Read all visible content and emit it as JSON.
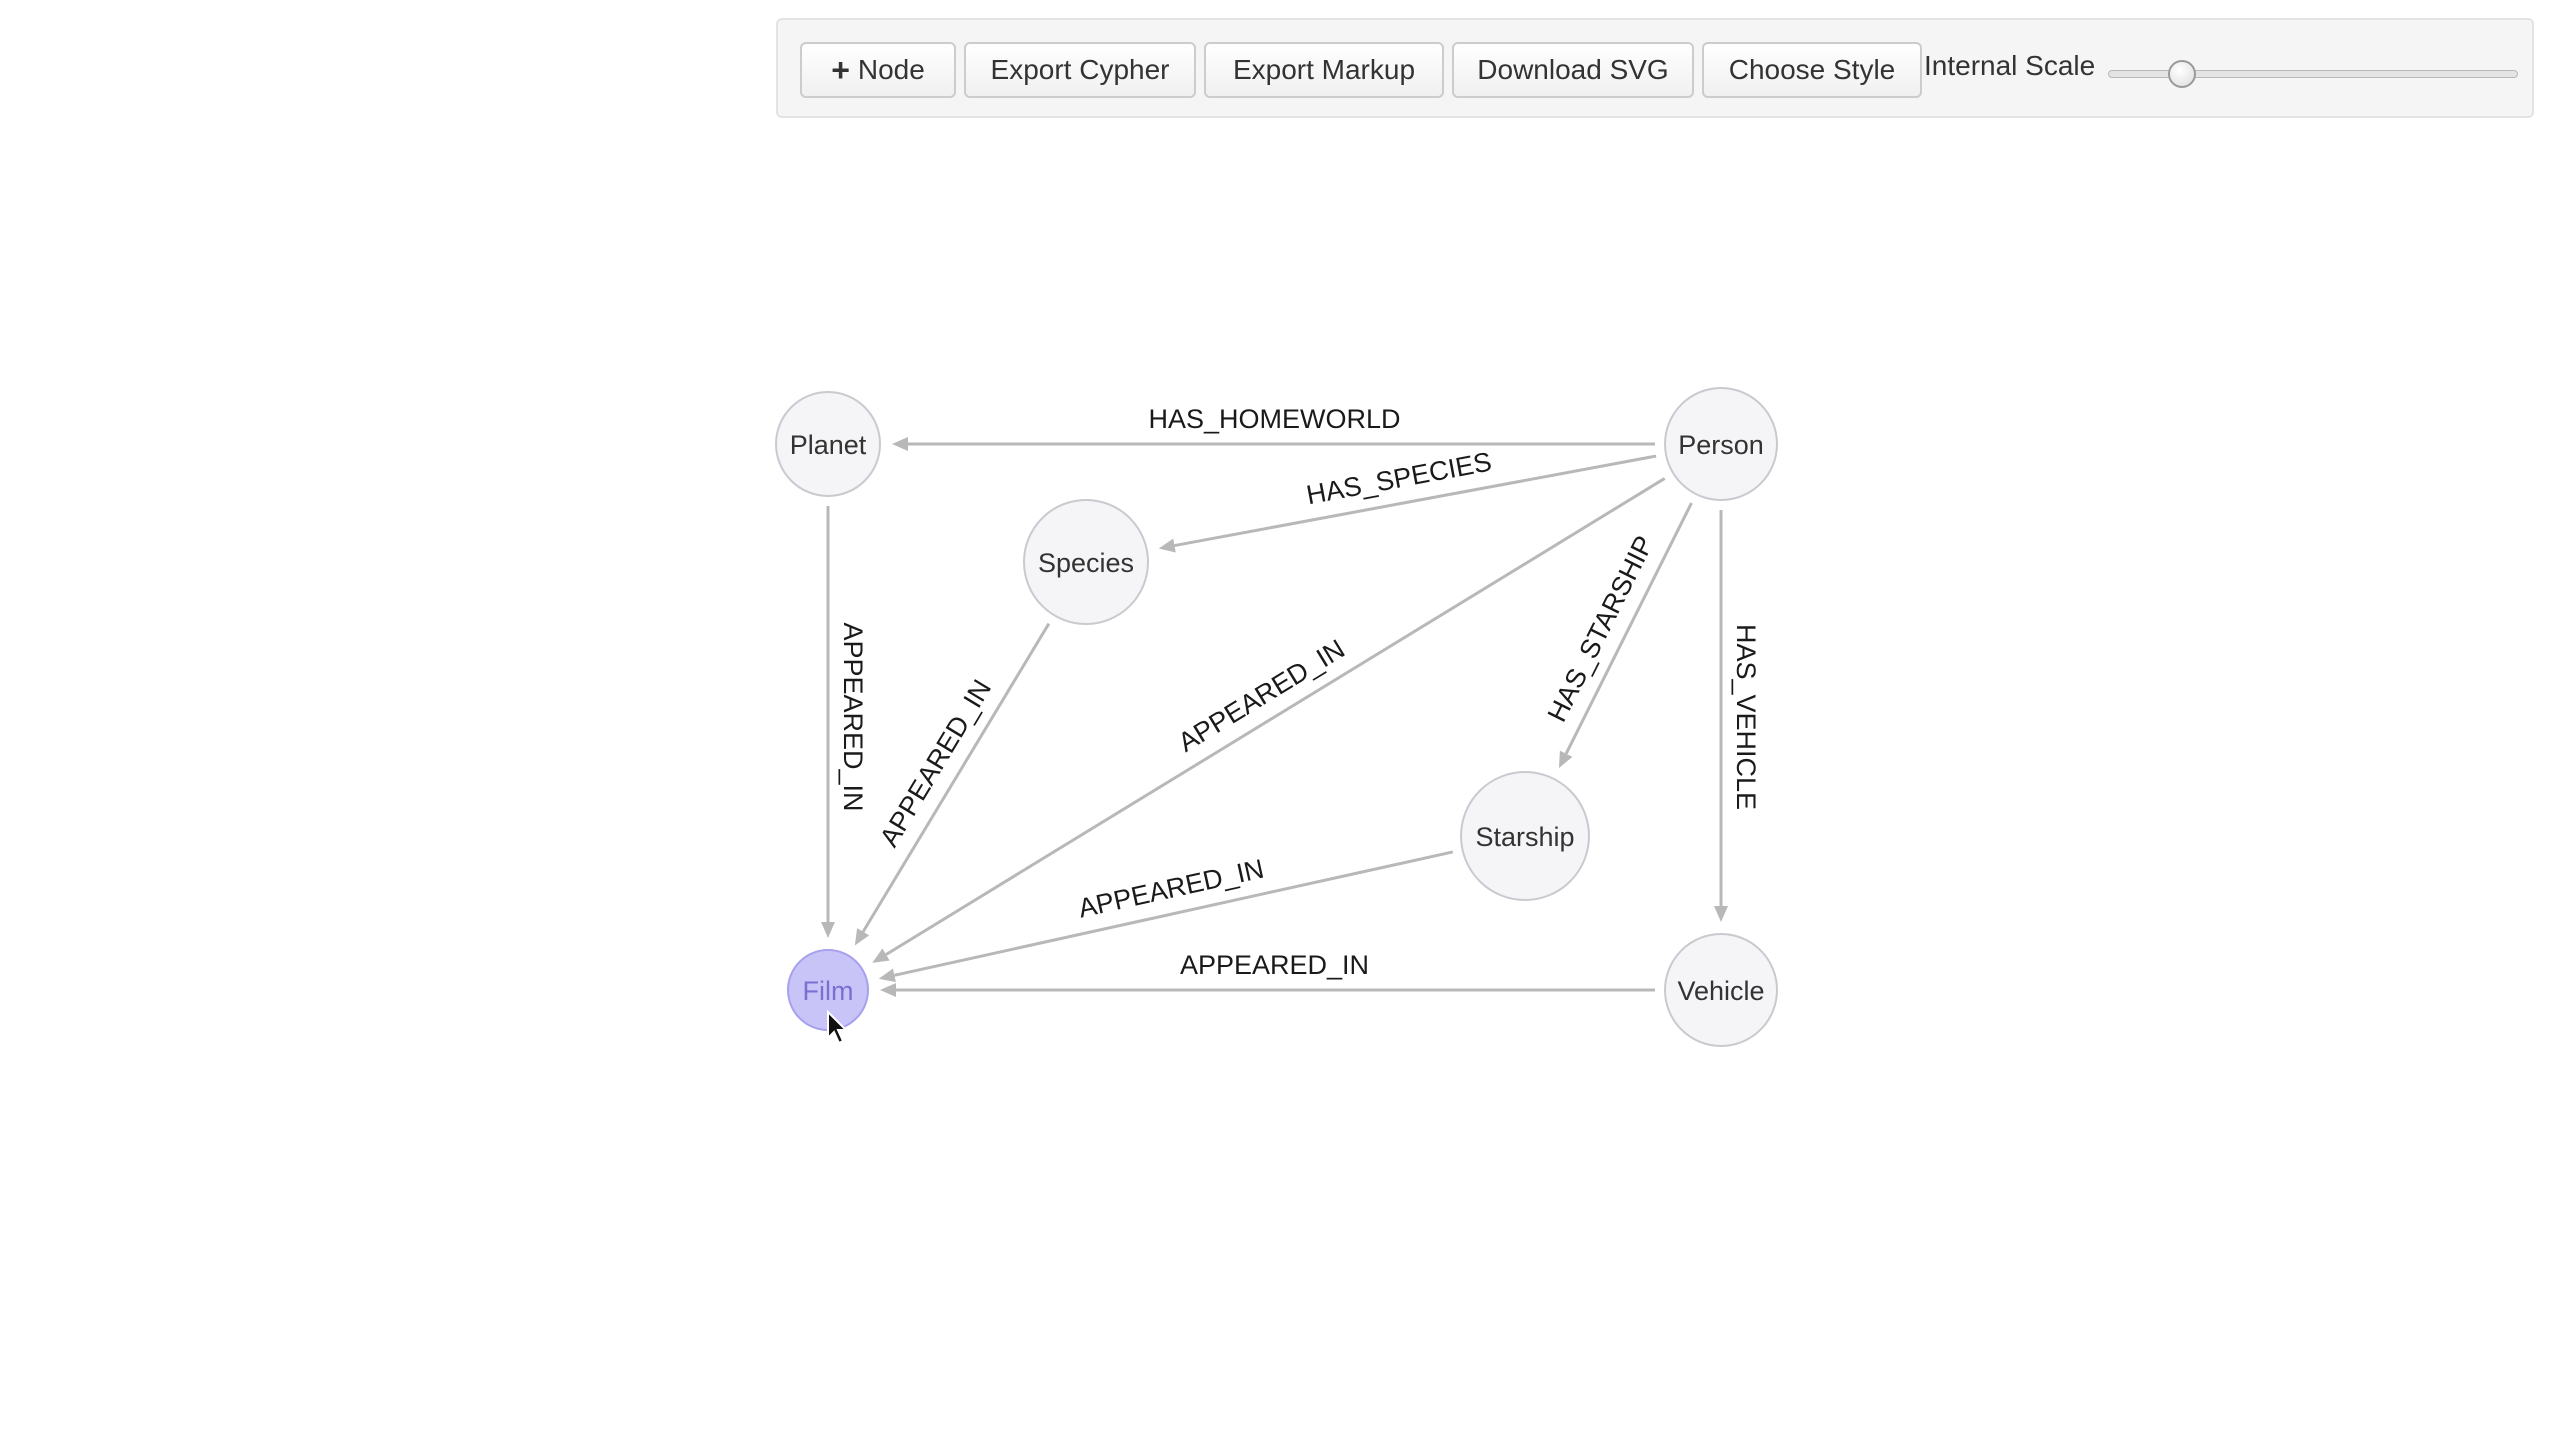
{
  "toolbar": {
    "add_node_label": "Node",
    "add_node_icon": "plus-icon",
    "export_cypher_label": "Export Cypher",
    "export_markup_label": "Export Markup",
    "download_svg_label": "Download SVG",
    "choose_style_label": "Choose Style",
    "internal_scale_label": "Internal Scale",
    "internal_scale_value": 0.18
  },
  "graph": {
    "nodes": [
      {
        "id": "planet",
        "label": "Planet",
        "selected": false
      },
      {
        "id": "person",
        "label": "Person",
        "selected": false
      },
      {
        "id": "species",
        "label": "Species",
        "selected": false
      },
      {
        "id": "starship",
        "label": "Starship",
        "selected": false
      },
      {
        "id": "vehicle",
        "label": "Vehicle",
        "selected": false
      },
      {
        "id": "film",
        "label": "Film",
        "selected": true
      }
    ],
    "edges": [
      {
        "id": "person-planet",
        "from": "person",
        "to": "planet",
        "label": "HAS_HOMEWORLD"
      },
      {
        "id": "person-species",
        "from": "person",
        "to": "species",
        "label": "HAS_SPECIES"
      },
      {
        "id": "person-film",
        "from": "person",
        "to": "film",
        "label": "APPEARED_IN"
      },
      {
        "id": "person-starship",
        "from": "person",
        "to": "starship",
        "label": "HAS_STARSHIP"
      },
      {
        "id": "person-vehicle",
        "from": "person",
        "to": "vehicle",
        "label": "HAS_VEHICLE"
      },
      {
        "id": "planet-film",
        "from": "planet",
        "to": "film",
        "label": "APPEARED_IN"
      },
      {
        "id": "species-film",
        "from": "species",
        "to": "film",
        "label": "APPEARED_IN"
      },
      {
        "id": "starship-film",
        "from": "starship",
        "to": "film",
        "label": "APPEARED_IN"
      },
      {
        "id": "vehicle-film",
        "from": "vehicle",
        "to": "film",
        "label": "APPEARED_IN"
      }
    ]
  },
  "colors": {
    "node_fill": "#f5f5f7",
    "node_selected_fill": "#c9c4f7",
    "edge": "#b8b8b8"
  }
}
